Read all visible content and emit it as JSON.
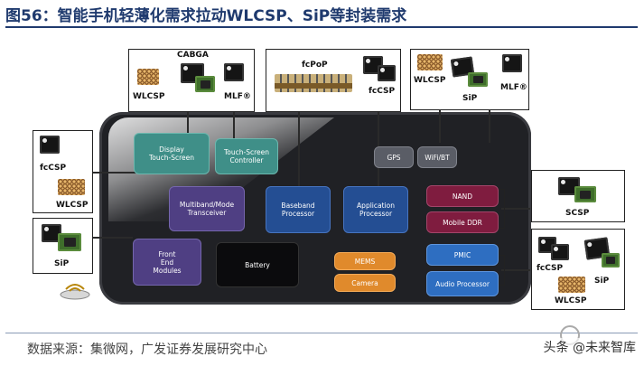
{
  "title": "图56：智能手机轻薄化需求拉动WLCSP、SiP等封装需求",
  "source": "数据来源：集微网，广发证券发展研究中心",
  "watermark": "头条 @未来智库",
  "packages": {
    "cabga": {
      "title": "CABGA",
      "wlcsp": "WLCSP",
      "mlf": "MLF®"
    },
    "fcpop": {
      "title": "fcPoP",
      "fccsp": "fcCSP"
    },
    "sip_group": {
      "wlcsp": "WLCSP",
      "sip": "SiP",
      "mlf": "MLF®"
    },
    "left_top": {
      "fccsp": "fcCSP",
      "wlcsp": "WLCSP"
    },
    "left_bottom": {
      "sip": "SiP"
    },
    "scsp": {
      "label": "SCSP"
    },
    "right_bottom": {
      "fccsp": "fcCSP",
      "sip": "SiP",
      "wlcsp": "WLCSP"
    }
  },
  "components": {
    "display": "Display\nTouch-Screen",
    "ts_controller": "Touch-Screen\nController",
    "gps": "GPS",
    "wifi": "WiFi/BT",
    "transceiver": "Multiband/Mode\nTransceiver",
    "baseband": "Baseband\nProcessor",
    "app_proc": "Application\nProcessor",
    "nand": "NAND",
    "ddr": "Mobile DDR",
    "fem": "Front\nEnd\nModules",
    "battery": "Battery",
    "mems": "MEMS",
    "camera": "Camera",
    "pmic": "PMIC",
    "audio": "Audio Processor"
  },
  "colors": {
    "title": "#1f3a6e",
    "phone_body": "#202125",
    "teal": "#3f8f88",
    "purple": "#4f3f83",
    "blue": "#244e93",
    "maroon": "#7f1c3f",
    "orange": "#e08a2c"
  }
}
